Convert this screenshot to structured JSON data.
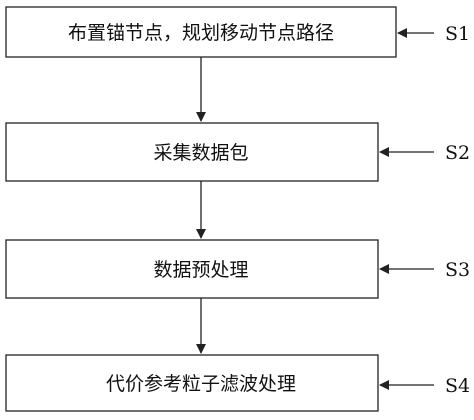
{
  "steps": [
    {
      "label": "布置锚节点，规划移动节点路径",
      "tag": "S1"
    },
    {
      "label": "采集数据包",
      "tag": "S2"
    },
    {
      "label": "数据预处理",
      "tag": "S3"
    },
    {
      "label": "代价参考粒子滤波处理",
      "tag": "S4"
    }
  ]
}
